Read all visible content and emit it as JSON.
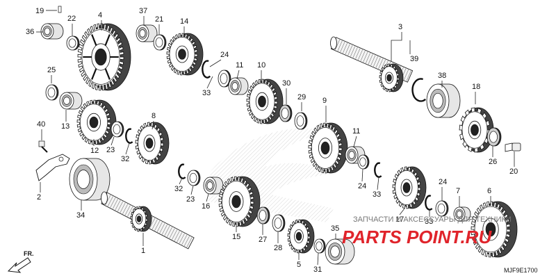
{
  "diagram_code": "MJF9E1700",
  "direction_label": "FR.",
  "watermark": {
    "text": "ЗАПЧАСТИ И АКСЕССУАРЫ ДЛЯ ТЕХНИКИ",
    "logo": "PARTS POINT.RU"
  },
  "callouts": [
    {
      "id": "c1",
      "text": "1"
    },
    {
      "id": "c2",
      "text": "2"
    },
    {
      "id": "c3",
      "text": "3"
    },
    {
      "id": "c4",
      "text": "4"
    },
    {
      "id": "c5",
      "text": "5"
    },
    {
      "id": "c6",
      "text": "6"
    },
    {
      "id": "c7",
      "text": "7"
    },
    {
      "id": "c8",
      "text": "8"
    },
    {
      "id": "c9",
      "text": "9"
    },
    {
      "id": "c10",
      "text": "10"
    },
    {
      "id": "c11a",
      "text": "11"
    },
    {
      "id": "c11b",
      "text": "11"
    },
    {
      "id": "c12",
      "text": "12"
    },
    {
      "id": "c13",
      "text": "13"
    },
    {
      "id": "c14",
      "text": "14"
    },
    {
      "id": "c15",
      "text": "15"
    },
    {
      "id": "c16",
      "text": "16"
    },
    {
      "id": "c17",
      "text": "17"
    },
    {
      "id": "c18",
      "text": "18"
    },
    {
      "id": "c19",
      "text": "19"
    },
    {
      "id": "c20",
      "text": "20"
    },
    {
      "id": "c21",
      "text": "21"
    },
    {
      "id": "c22",
      "text": "22"
    },
    {
      "id": "c23a",
      "text": "23"
    },
    {
      "id": "c23b",
      "text": "23"
    },
    {
      "id": "c24a",
      "text": "24"
    },
    {
      "id": "c24b",
      "text": "24"
    },
    {
      "id": "c24c",
      "text": "24"
    },
    {
      "id": "c25",
      "text": "25"
    },
    {
      "id": "c26",
      "text": "26"
    },
    {
      "id": "c27",
      "text": "27"
    },
    {
      "id": "c28",
      "text": "28"
    },
    {
      "id": "c29",
      "text": "29"
    },
    {
      "id": "c30",
      "text": "30"
    },
    {
      "id": "c31",
      "text": "31"
    },
    {
      "id": "c32a",
      "text": "32"
    },
    {
      "id": "c32b",
      "text": "32"
    },
    {
      "id": "c33a",
      "text": "33"
    },
    {
      "id": "c33b",
      "text": "33"
    },
    {
      "id": "c33c",
      "text": "33"
    },
    {
      "id": "c34",
      "text": "34"
    },
    {
      "id": "c35",
      "text": "35"
    },
    {
      "id": "c36",
      "text": "36"
    },
    {
      "id": "c37",
      "text": "37"
    },
    {
      "id": "c38",
      "text": "38"
    },
    {
      "id": "c39",
      "text": "39"
    },
    {
      "id": "c40",
      "text": "40"
    }
  ]
}
